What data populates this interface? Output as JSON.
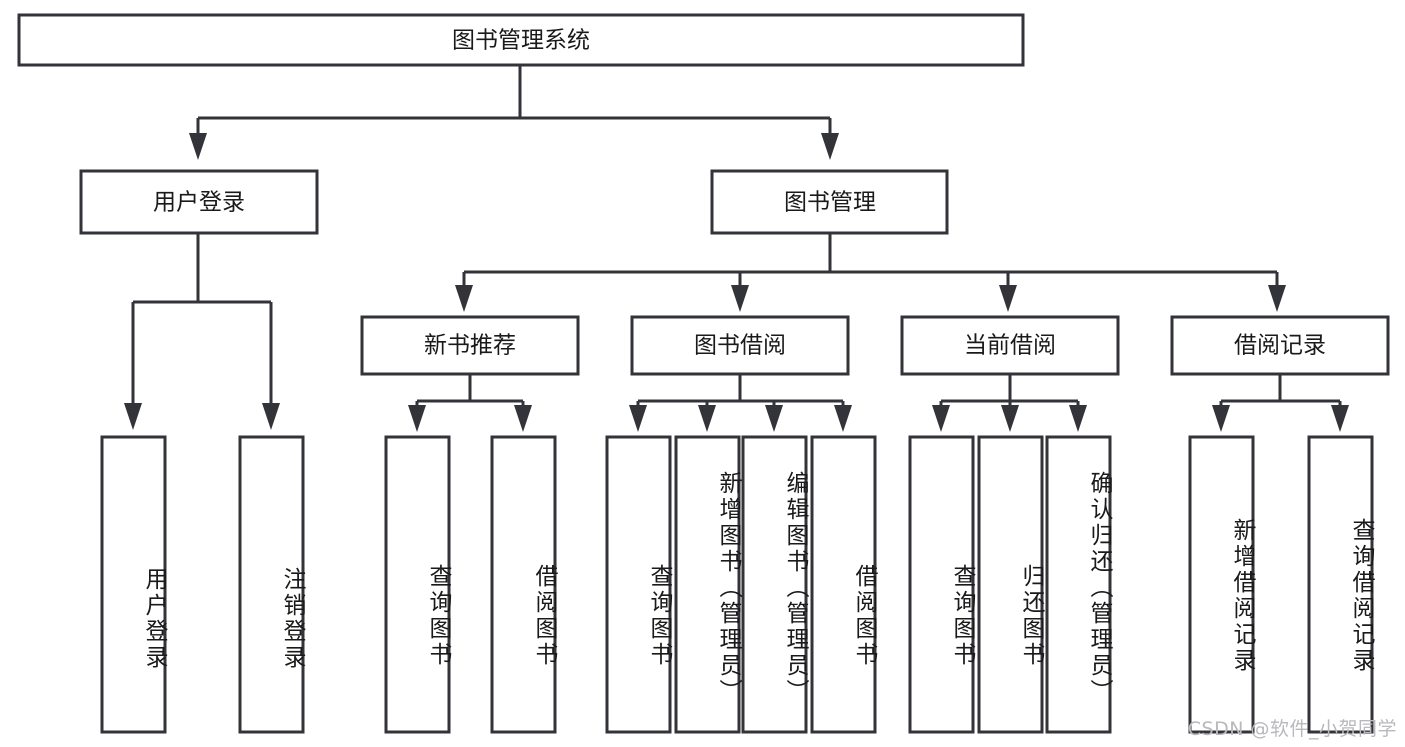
{
  "diagram": {
    "type": "tree-hierarchy-chart",
    "title": "图书管理系统",
    "watermark": "CSDN @软件_小贺同学",
    "colors": {
      "box_stroke": "#33333a",
      "box_fill": "#ffffff",
      "text": "#1a1a1a",
      "background": "#ffffff",
      "watermark": "#b9b9bd"
    },
    "levels": {
      "root": {
        "label": "图书管理系统"
      },
      "level2": [
        {
          "label": "用户登录"
        },
        {
          "label": "图书管理"
        }
      ],
      "level3": [
        {
          "label": "新书推荐"
        },
        {
          "label": "图书借阅"
        },
        {
          "label": "当前借阅"
        },
        {
          "label": "借阅记录"
        }
      ],
      "leaves": [
        {
          "label": "用户登录",
          "parent": "用户登录"
        },
        {
          "label": "注销登录",
          "parent": "用户登录"
        },
        {
          "label": "查询图书",
          "parent": "新书推荐"
        },
        {
          "label": "借阅图书",
          "parent": "新书推荐"
        },
        {
          "label": "查询图书",
          "parent": "图书借阅"
        },
        {
          "label": "新增图书（管理员）",
          "parent": "图书借阅"
        },
        {
          "label": "编辑图书（管理员）",
          "parent": "图书借阅"
        },
        {
          "label": "借阅图书",
          "parent": "图书借阅"
        },
        {
          "label": "查询图书",
          "parent": "当前借阅"
        },
        {
          "label": "归还图书",
          "parent": "当前借阅"
        },
        {
          "label": "确认归还（管理员）",
          "parent": "当前借阅"
        },
        {
          "label": "新增借阅记录",
          "parent": "借阅记录"
        },
        {
          "label": "查询借阅记录",
          "parent": "借阅记录"
        }
      ]
    }
  }
}
